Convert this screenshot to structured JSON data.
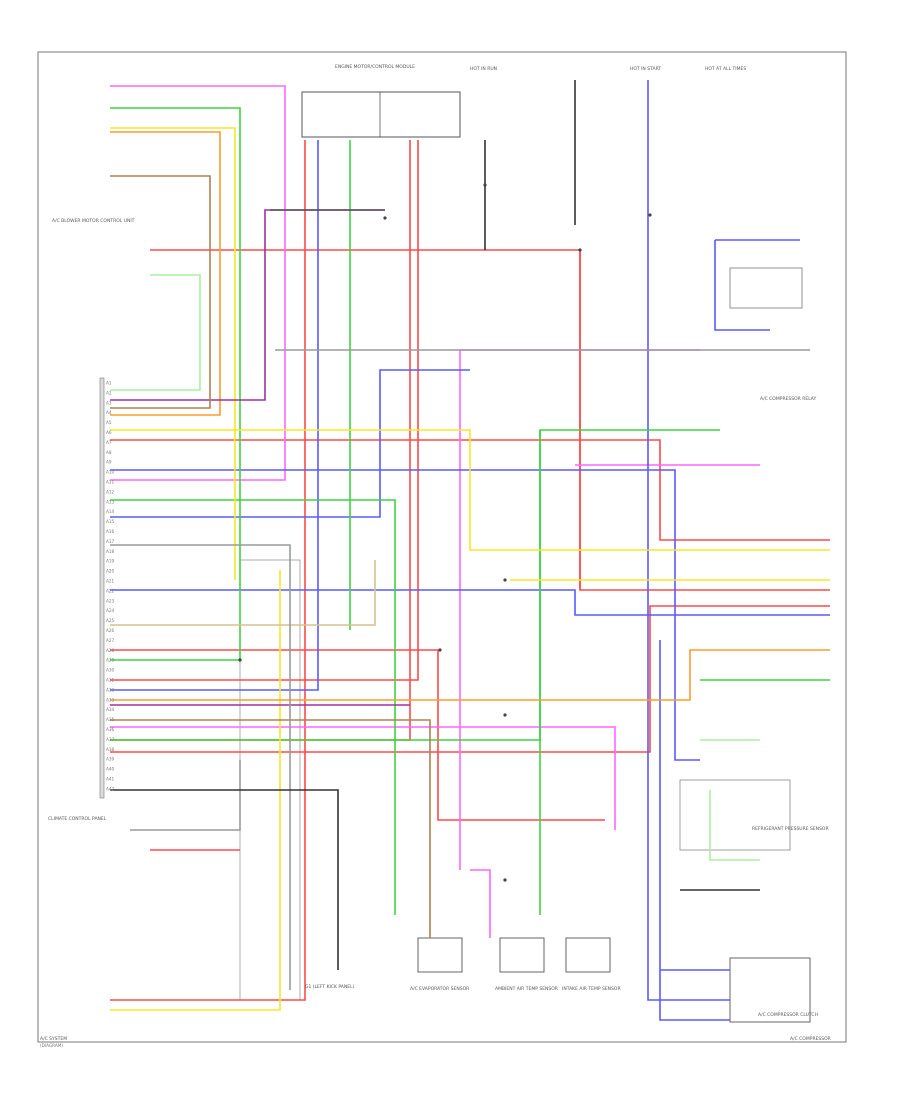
{
  "footer": {
    "left": "A/C SYSTEM",
    "left_sub": "(DIAGRAM)",
    "right": "A/C COMPRESSOR"
  },
  "labels": {
    "top_module": "ENGINE MOTOR/CONTROL MODULE",
    "fuse_left": "HOT IN RUN",
    "fuse_mid": "HOT IN START",
    "fuse_right": "HOT AT ALL TIMES",
    "blower_block": "A/C BLOWER MOTOR CONTROL UNIT",
    "climate_panel": "CLIMATE CONTROL PANEL",
    "relay_right": "A/C COMPRESSOR RELAY",
    "ground_left": "G1 (LEFT KICK PANEL)",
    "sensor_a": "A/C EVAPORATOR SENSOR",
    "sensor_b": "AMBIENT AIR TEMP SENSOR",
    "sensor_c": "INTAKE AIR TEMP SENSOR",
    "refrigerant": "REFRIGERANT PRESSURE SENSOR",
    "compressor": "A/C COMPRESSOR CLUTCH"
  },
  "connector_pins": [
    "A1",
    "A2",
    "A3",
    "A4",
    "A5",
    "A6",
    "A7",
    "A8",
    "A9",
    "A10",
    "A11",
    "A12",
    "A13",
    "A14",
    "A15",
    "A16",
    "A17",
    "A18",
    "A19",
    "A20",
    "A21",
    "A22",
    "A23",
    "A24",
    "A25",
    "A26",
    "A27",
    "A28",
    "A29",
    "A30",
    "A31",
    "A32",
    "A33",
    "A34",
    "A35",
    "A36",
    "A37",
    "A38",
    "A39",
    "A40",
    "A41",
    "A42"
  ],
  "wire_colors": {
    "red": "#ff4a4a",
    "pink": "#ff66ff",
    "blue": "#5a5aff",
    "green": "#3fd33f",
    "yellow": "#f5e62a",
    "orange": "#ff9b2e",
    "purple": "#a030a0",
    "brown": "#b08050",
    "gray": "#9a9a9a",
    "black": "#333333",
    "tan": "#d6c290",
    "lightgreen": "#a8f0a0"
  }
}
